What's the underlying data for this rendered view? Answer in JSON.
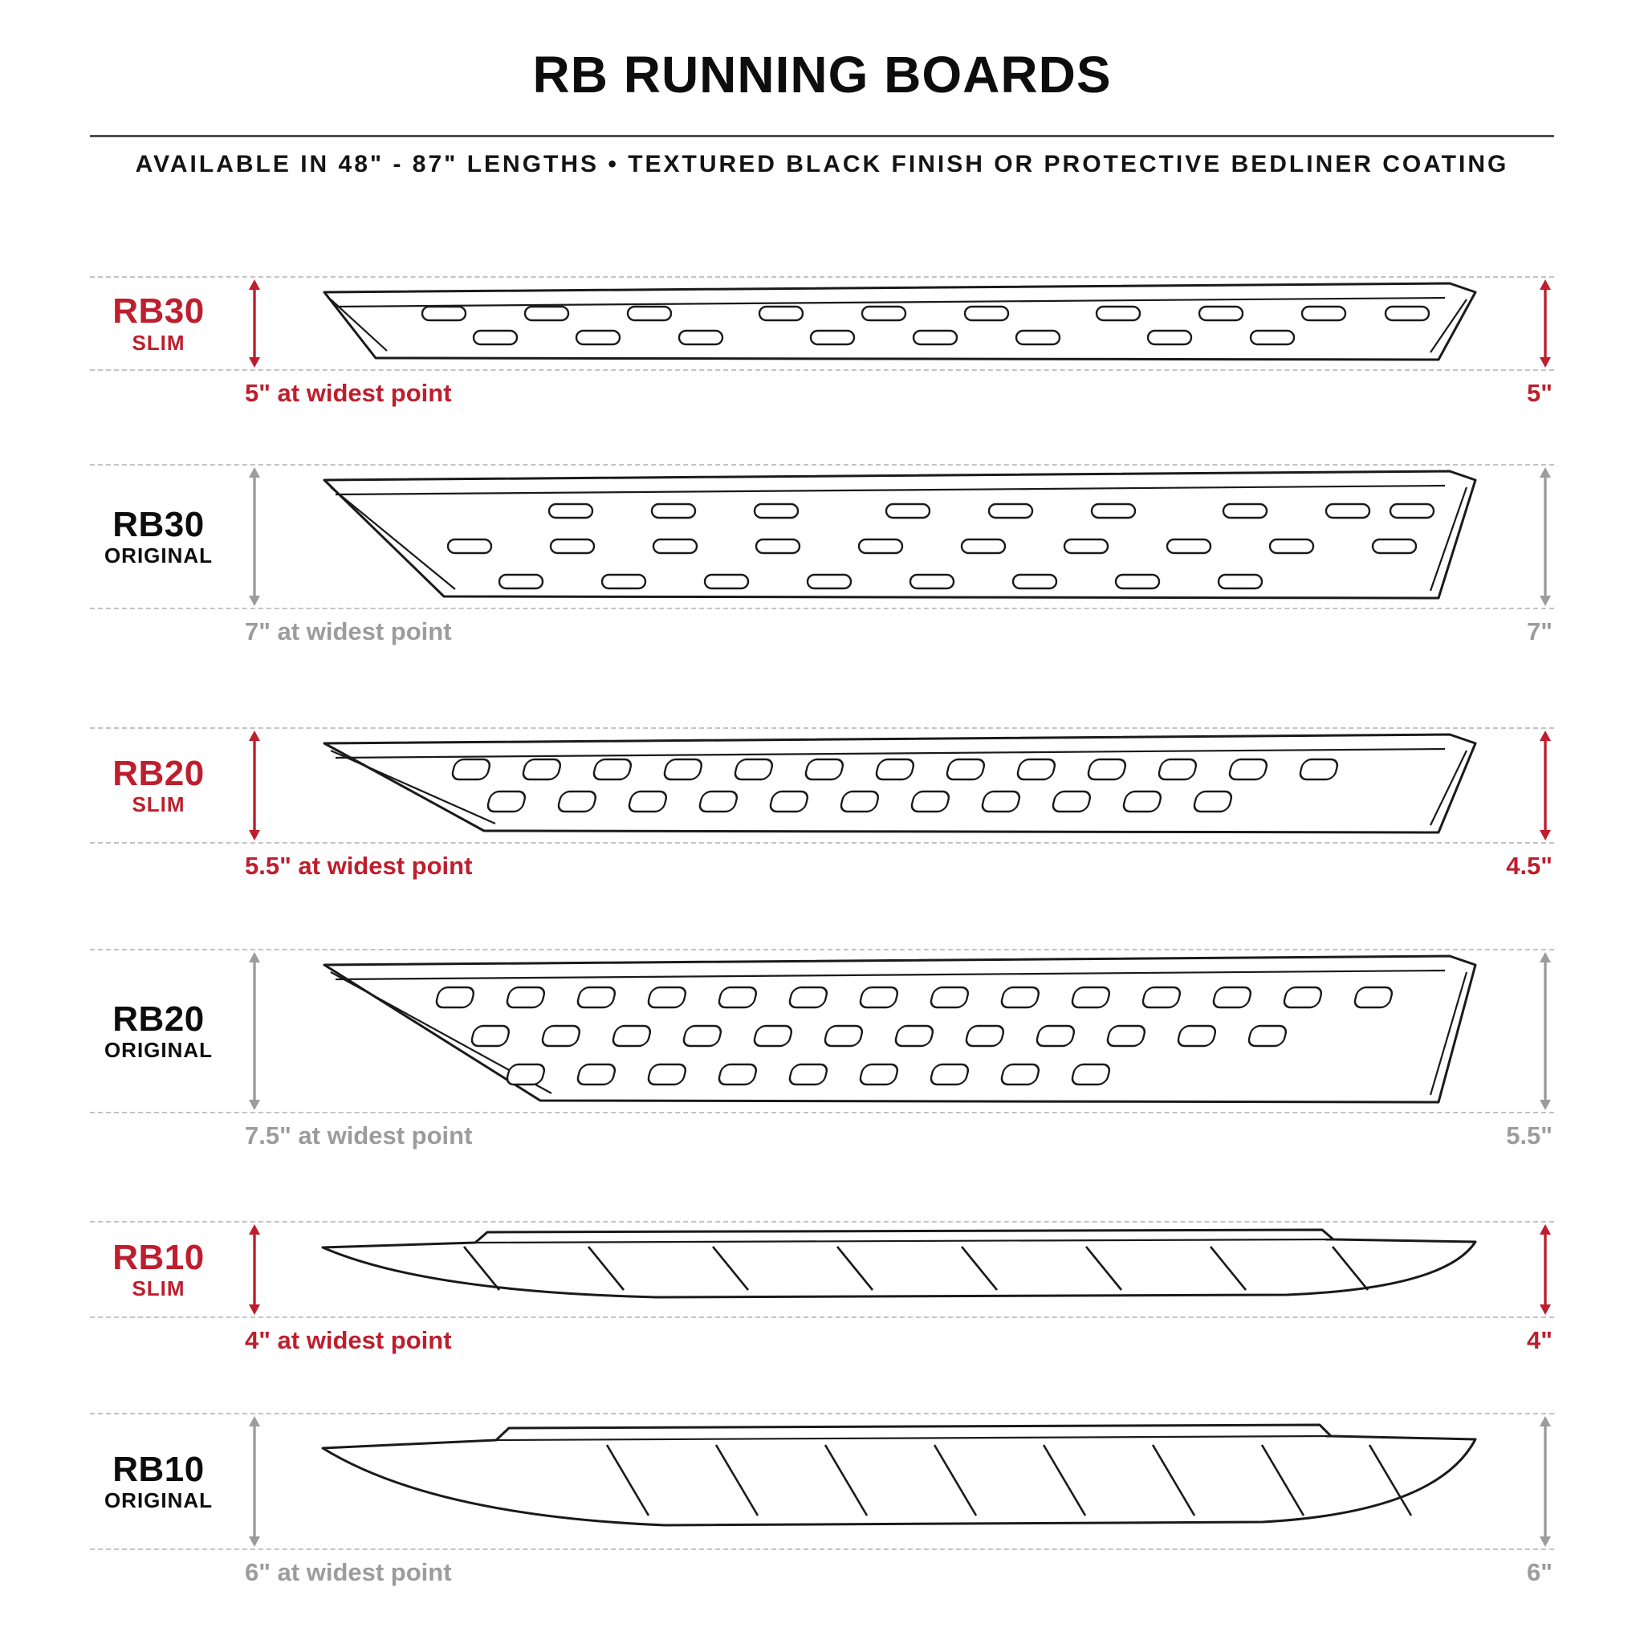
{
  "header": {
    "title": "RB RUNNING BOARDS",
    "subtitle": "AVAILABLE IN 48\" - 87\" LENGTHS  •  TEXTURED BLACK FINISH OR PROTECTIVE BEDLINER COATING"
  },
  "colors": {
    "slim_accent": "#be1e2d",
    "original_accent": "#9c9c9c",
    "ink": "#1a1a1a",
    "dashed_line": "#c3c3c3"
  },
  "rows": [
    {
      "model": "RB30",
      "variant": "SLIM",
      "style": "slim",
      "widest": "5\" at widest point",
      "right_dim": "5\""
    },
    {
      "model": "RB30",
      "variant": "ORIGINAL",
      "style": "original",
      "widest": "7\" at widest point",
      "right_dim": "7\""
    },
    {
      "model": "RB20",
      "variant": "SLIM",
      "style": "slim",
      "widest": "5.5\" at widest point",
      "right_dim": "4.5\""
    },
    {
      "model": "RB20",
      "variant": "ORIGINAL",
      "style": "original",
      "widest": "7.5\" at widest point",
      "right_dim": "5.5\""
    },
    {
      "model": "RB10",
      "variant": "SLIM",
      "style": "slim",
      "widest": "4\" at widest point",
      "right_dim": "4\""
    },
    {
      "model": "RB10",
      "variant": "ORIGINAL",
      "style": "original",
      "widest": "6\" at widest point",
      "right_dim": "6\""
    }
  ]
}
